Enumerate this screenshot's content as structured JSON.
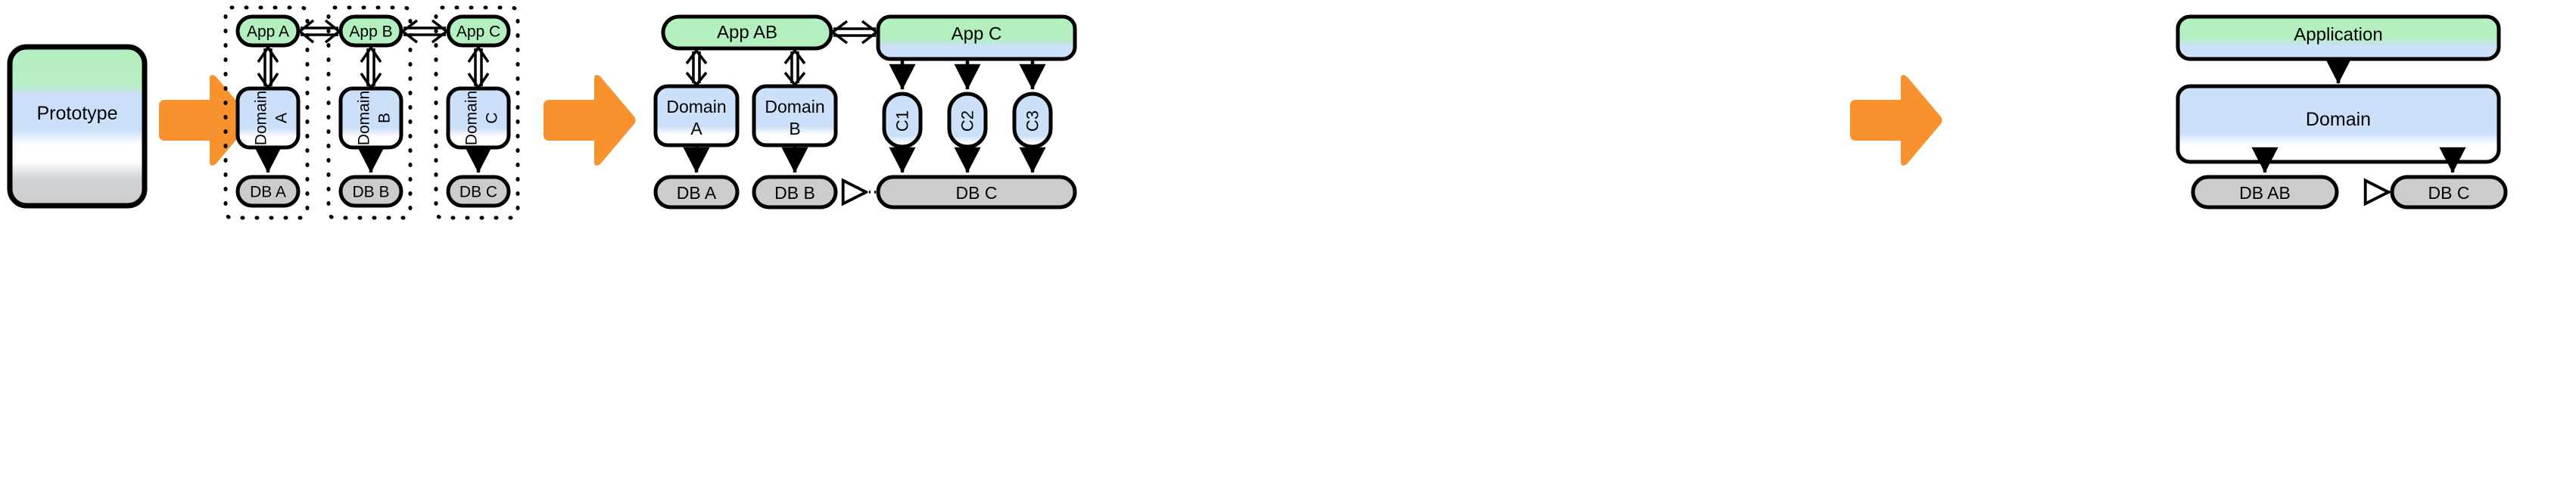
{
  "diagram": {
    "title": "Monolith prototype to modular application evolution",
    "type": "architecture-evolution-flow",
    "background": "#ffffff",
    "palette": {
      "app_green": "#B4EFC0",
      "domain_blue": "#CCE0FA",
      "db_gray": "#CCCCCC",
      "stroke": "#000000",
      "arrow_orange": "#F7922F",
      "white": "#FFFFFF"
    },
    "stages": [
      {
        "id": "stage-1",
        "name": "prototype",
        "nodes": [
          {
            "id": "prototype",
            "label": "Prototype",
            "kind": "layered-monolith",
            "fill": "gradient-green-blue-white-gray"
          }
        ]
      },
      {
        "id": "stage-2",
        "name": "three-separate-services",
        "groups": [
          {
            "id": "group-a",
            "nodes": [
              {
                "id": "app-a",
                "label": "App A",
                "kind": "app"
              },
              {
                "id": "domain-a",
                "label": "Domain A",
                "kind": "domain",
                "rotated": true
              },
              {
                "id": "db-a",
                "label": "DB A",
                "kind": "db"
              }
            ]
          },
          {
            "id": "group-b",
            "nodes": [
              {
                "id": "app-b",
                "label": "App B",
                "kind": "app"
              },
              {
                "id": "domain-b",
                "label": "Domain B",
                "kind": "domain",
                "rotated": true
              },
              {
                "id": "db-b",
                "label": "DB B",
                "kind": "db"
              }
            ]
          },
          {
            "id": "group-c",
            "nodes": [
              {
                "id": "app-c",
                "label": "App C",
                "kind": "app"
              },
              {
                "id": "domain-c",
                "label": "Domain C",
                "kind": "domain",
                "rotated": true
              },
              {
                "id": "db-c",
                "label": "DB C",
                "kind": "db"
              }
            ]
          }
        ]
      },
      {
        "id": "stage-3",
        "name": "partially-merged",
        "nodes": [
          {
            "id": "app-ab",
            "label": "App AB",
            "kind": "app"
          },
          {
            "id": "app-c-2",
            "label": "App C",
            "kind": "app-gradient"
          },
          {
            "id": "domain-a-2",
            "label": "Domain A",
            "kind": "domain"
          },
          {
            "id": "domain-b-2",
            "label": "Domain B",
            "kind": "domain"
          },
          {
            "id": "c1",
            "label": "C1",
            "kind": "domain-slim",
            "rotated": true
          },
          {
            "id": "c2",
            "label": "C2",
            "kind": "domain-slim",
            "rotated": true
          },
          {
            "id": "c3",
            "label": "C3",
            "kind": "domain-slim",
            "rotated": true
          },
          {
            "id": "db-a-2",
            "label": "DB A",
            "kind": "db"
          },
          {
            "id": "db-b-2",
            "label": "DB B",
            "kind": "db"
          },
          {
            "id": "db-c-2",
            "label": "DB C",
            "kind": "db"
          }
        ]
      },
      {
        "id": "stage-4",
        "name": "unified-application",
        "nodes": [
          {
            "id": "application",
            "label": "Application",
            "kind": "app-gradient"
          },
          {
            "id": "domain-unified",
            "label": "Domain",
            "kind": "domain-gradient"
          },
          {
            "id": "db-ab",
            "label": "DB AB",
            "kind": "db"
          },
          {
            "id": "db-c-3",
            "label": "DB C",
            "kind": "db"
          }
        ]
      }
    ],
    "transitions": [
      {
        "id": "transition-1",
        "from": "stage-1",
        "to": "stage-2",
        "glyph": "block-arrow-right"
      },
      {
        "id": "transition-2",
        "from": "stage-2",
        "to": "stage-3",
        "glyph": "block-arrow-right"
      },
      {
        "id": "transition-3",
        "from": "stage-3",
        "to": "stage-4",
        "glyph": "block-arrow-right"
      }
    ],
    "edges": [
      {
        "id": "edge-appa-appb",
        "from": "app-a",
        "to": "app-b",
        "style": "double-line",
        "heads": "both"
      },
      {
        "id": "edge-appb-appc",
        "from": "app-b",
        "to": "app-c",
        "style": "double-line",
        "heads": "both"
      },
      {
        "id": "edge-appa-domaina",
        "from": "app-a",
        "to": "domain-a",
        "style": "double-line",
        "heads": "both"
      },
      {
        "id": "edge-appb-domainb",
        "from": "app-b",
        "to": "domain-b",
        "style": "double-line",
        "heads": "both"
      },
      {
        "id": "edge-appc-domainc",
        "from": "app-c",
        "to": "domain-c",
        "style": "double-line",
        "heads": "both"
      },
      {
        "id": "edge-domaina-dba",
        "from": "domain-a",
        "to": "db-a",
        "style": "solid",
        "heads": "end"
      },
      {
        "id": "edge-domainb-dbb",
        "from": "domain-b",
        "to": "db-b",
        "style": "solid",
        "heads": "end"
      },
      {
        "id": "edge-domainc-dbc",
        "from": "domain-c",
        "to": "db-c",
        "style": "solid",
        "heads": "end"
      },
      {
        "id": "edge-appab-appc2",
        "from": "app-ab",
        "to": "app-c-2",
        "style": "double-line",
        "heads": "both"
      },
      {
        "id": "edge-appab-domaina2",
        "from": "app-ab",
        "to": "domain-a-2",
        "style": "double-line",
        "heads": "both"
      },
      {
        "id": "edge-appab-domainb2",
        "from": "app-ab",
        "to": "domain-b-2",
        "style": "double-line",
        "heads": "both"
      },
      {
        "id": "edge-appc2-c1",
        "from": "app-c-2",
        "to": "c1",
        "style": "solid",
        "heads": "end"
      },
      {
        "id": "edge-appc2-c2",
        "from": "app-c-2",
        "to": "c2",
        "style": "solid",
        "heads": "end"
      },
      {
        "id": "edge-appc2-c3",
        "from": "app-c-2",
        "to": "c3",
        "style": "solid",
        "heads": "end"
      },
      {
        "id": "edge-domaina2-dba2",
        "from": "domain-a-2",
        "to": "db-a-2",
        "style": "solid",
        "heads": "end"
      },
      {
        "id": "edge-domainb2-dbb2",
        "from": "domain-b-2",
        "to": "db-b-2",
        "style": "solid",
        "heads": "end"
      },
      {
        "id": "edge-c1-dbc2",
        "from": "c1",
        "to": "db-c-2",
        "style": "solid",
        "heads": "end"
      },
      {
        "id": "edge-c2-dbc2",
        "from": "c2",
        "to": "db-c-2",
        "style": "solid",
        "heads": "end"
      },
      {
        "id": "edge-c3-dbc2",
        "from": "c3",
        "to": "db-c-2",
        "style": "solid",
        "heads": "end"
      },
      {
        "id": "edge-dbc2-dbb2",
        "from": "db-c-2",
        "to": "db-b-2",
        "style": "dotted",
        "heads": "hollow-triangle"
      },
      {
        "id": "edge-application-domain",
        "from": "application",
        "to": "domain-unified",
        "style": "solid",
        "heads": "end"
      },
      {
        "id": "edge-domain-dbab",
        "from": "domain-unified",
        "to": "db-ab",
        "style": "solid",
        "heads": "end"
      },
      {
        "id": "edge-domain-dbc3",
        "from": "domain-unified",
        "to": "db-c-3",
        "style": "solid",
        "heads": "end"
      },
      {
        "id": "edge-dbc3-dbab",
        "from": "db-c-3",
        "to": "db-ab",
        "style": "dotted",
        "heads": "hollow-triangle"
      }
    ]
  },
  "labels": {
    "prototype": "Prototype",
    "app_a": "App A",
    "app_b": "App B",
    "app_c": "App C",
    "domain_a": "Domain A",
    "domain_b": "Domain B",
    "domain_c": "Domain C",
    "db_a": "DB A",
    "db_b": "DB B",
    "db_c": "DB C",
    "app_ab": "App AB",
    "app_c2": "App C",
    "domain_a2_line1": "Domain",
    "domain_a2_line2": "A",
    "domain_b2_line1": "Domain",
    "domain_b2_line2": "B",
    "c1": "C1",
    "c2": "C2",
    "c3": "C3",
    "db_a2": "DB A",
    "db_b2": "DB B",
    "db_c2": "DB C",
    "application": "Application",
    "domain_unified": "Domain",
    "db_ab": "DB AB",
    "db_c3": "DB C",
    "domain_a_word": "Domain",
    "domain_a_letter": "A",
    "domain_b_word": "Domain",
    "domain_b_letter": "B",
    "domain_c_word": "Domain",
    "domain_c_letter": "C"
  }
}
